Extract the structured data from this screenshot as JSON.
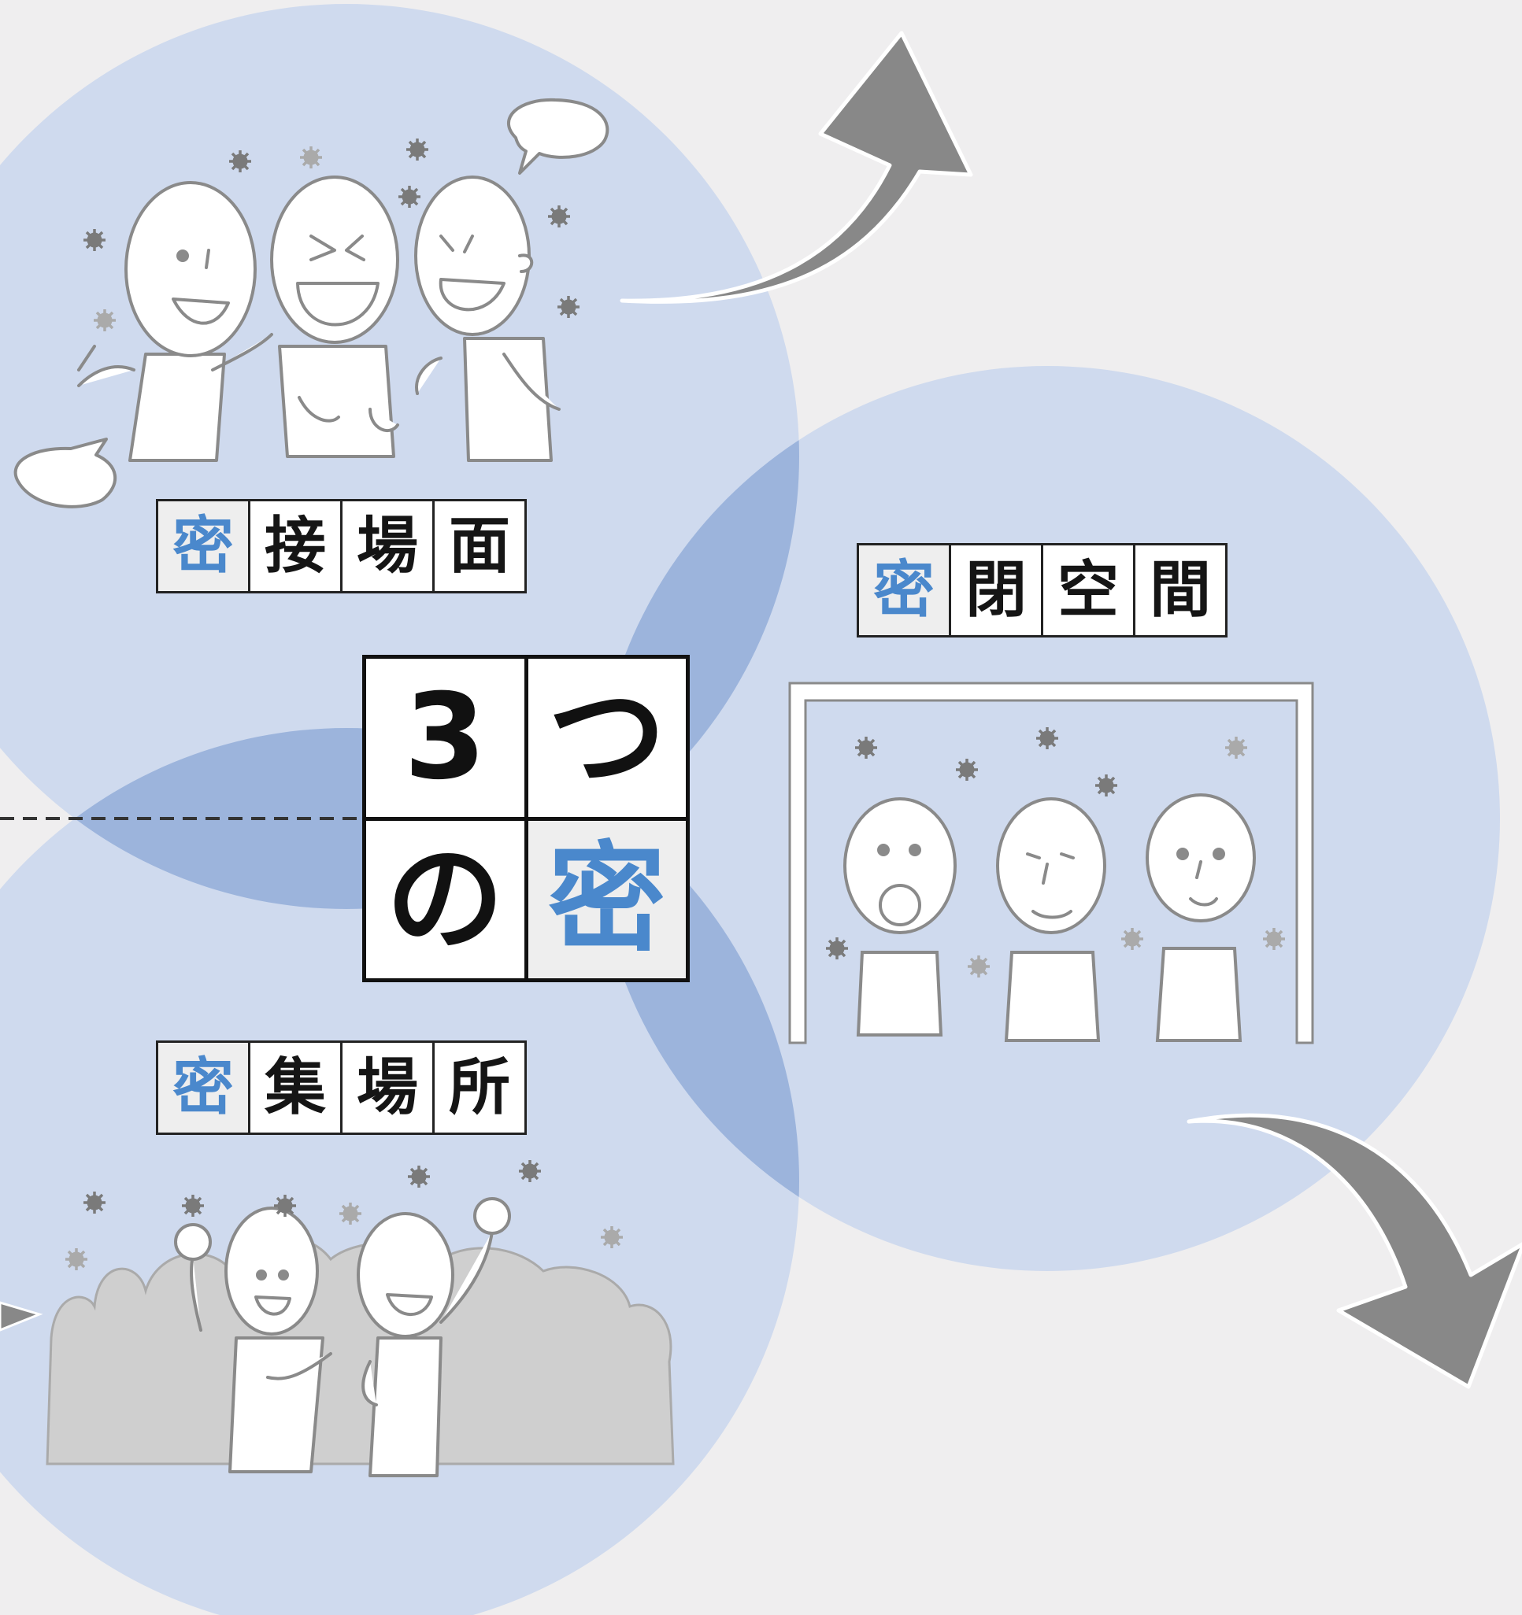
{
  "center_title": {
    "c1": "3",
    "c2": "つ",
    "c3": "の",
    "c4": "密"
  },
  "label_close_contact": {
    "c1": "密",
    "c2": "接",
    "c3": "場",
    "c4": "面"
  },
  "label_closed_space": {
    "c1": "密",
    "c2": "閉",
    "c3": "空",
    "c4": "間"
  },
  "label_crowded_place": {
    "c1": "密",
    "c2": "集",
    "c3": "場",
    "c4": "所"
  },
  "colors": {
    "background": "#efeeef",
    "circle": "#cfdaee",
    "overlap": "#9cb4dc",
    "accent_text": "#4a88cc",
    "arrow": "#888888",
    "virus": "#7a7a7a"
  },
  "icons": [
    "virus-particle-icon",
    "speech-bubble-icon",
    "curved-arrow-icon"
  ]
}
